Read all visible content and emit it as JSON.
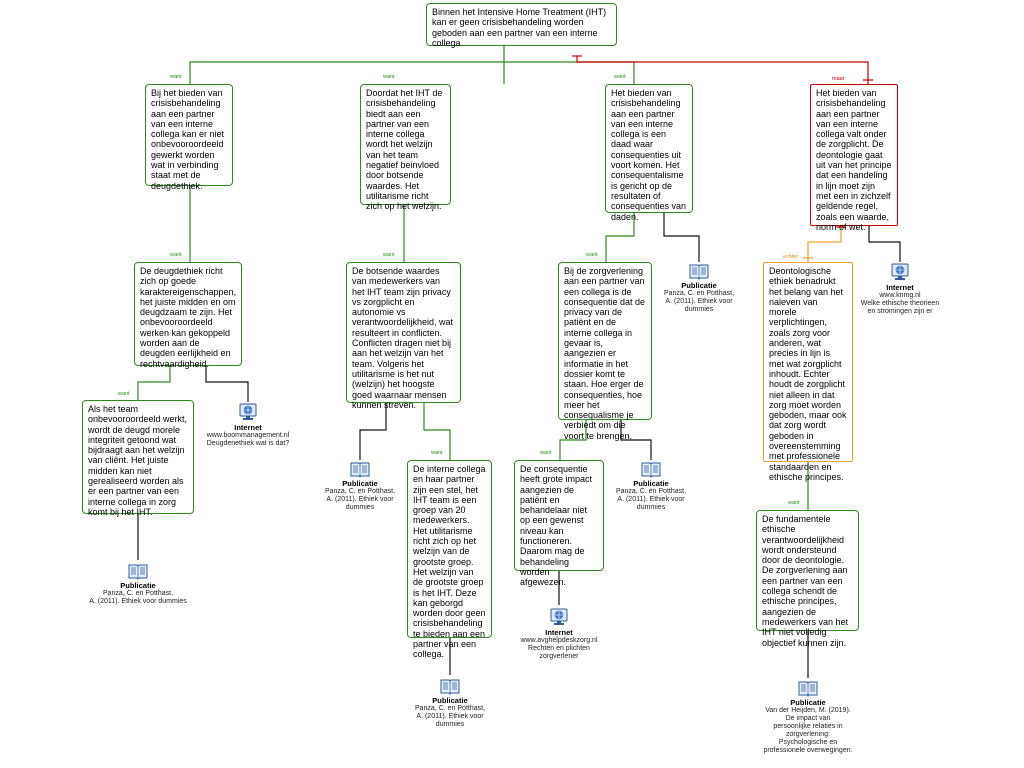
{
  "connector_labels": {
    "supports": "want",
    "objects": "maar",
    "rebuttal": "echter"
  },
  "nodes": {
    "root": "Binnen het Intensive Home Treatment (IHT) kan er geen crisisbehandeling worden geboden aan een partner van een interne collega",
    "n1": "Bij het bieden van crisisbehandeling aan een partner van een interne collega kan er niet onbevooroordeeld gewerkt worden wat in verbinding staat met de deugdethiek.",
    "n2": "Doordat het IHT de crisisbehandeling biedt aan een partner van een interne collega wordt het welzijn van het team negatief beinvloed door botsende waardes. Het utilitarisme richt zich op het welzijn.",
    "n3": "Het bieden van crisisbehandeling aan een partner van een interne collega is een daad waar consequenties uit voort komen. Het consequentalisme is gericht op de resultaten of consequenties van daden.",
    "n4": "Het bieden van crisisbehandeling aan een partner van een interne collega valt onder de zorgplicht. De deontologie gaat uit van het principe dat een handeling in lijn moet zijn met een in zichzelf geldende regel, zoals een waarde, norm of wet.",
    "n1a": "De deugdethiek richt zich op goede karaktereigenschappen, het juiste midden en om deugdzaam te zijn. Het onbevooroordeeld werken kan gekoppeld worden aan de deugden eerlijkheid en rechtvaardigheid.",
    "n1b": "Als het team onbevooroordeeld werkt, wordt de deugd morele integriteit getoond wat bijdraagt aan het welzijn van cliënt. Het juiste midden kan niet gerealiseerd worden als er een partner van een interne collega in zorg komt bij het IHT.",
    "n2a": "De botsende waardes van medewerkers van het IHT team zijn privacy vs zorgplicht en autonomie vs verantwoordelijkheid, wat resulteert in conflicten. Conflicten dragen niet bij aan het welzijn van het team. Volgens het utilitarisme is het nut (welzijn) het hoogste goed waarnaar mensen kunnen streven.",
    "n2b": "De interne collega en haar partner zijn een stel, het IHT team is een groep van 20 medewerkers. Het utilitarisme richt zich op het welzijn van de grootste groep. Het welzijn van de grootste groep is het IHT. Deze kan geborgd worden door geen crisisbehandeling te bieden aan een partner van een collega.",
    "n3a": "Bij de zorgverlening aan een partner van een collega is de consequentie dat de privacy van de patiënt en de interne collega in gevaar is, aangezien er informatie in het dossier komt te staan. Hoe erger de consequenties, hoe meer het consequalisme je verbiedt om die voort te brengen.",
    "n3b": "De consequentie heeft grote impact aangezien de patiënt en behandelaar niet op een gewenst niveau kan functioneren. Daarom mag de behandeling worden afgewezen.",
    "n4a": "Deontologische ethiek benadrukt het belang van het naleven van morele verplichtingen, zoals zorg voor anderen, wat precies in lijn is met wat zorgplicht inhoudt. Echter houdt de zorgplicht niet alleen in dat zorg moet worden geboden, maar ook dat zorg wordt geboden in overeenstemming met professionele standaarden en ethische principes.",
    "n4b": "De fundamentele ethische verantwoordelijkheid wordt ondersteund door de deontologie. De zorgverlening aan een partner van een collega schendt de ethische principes, aangezien de medewerkers van het IHT niet volledig objectief kunnen zijn."
  },
  "sources": {
    "s1": {
      "type": "Internet",
      "line1": "www.boommanagement.nl",
      "line2": "Deugdenethiek wat is dat?"
    },
    "s2": {
      "type": "Publicatie",
      "line1": "Panza, C. en Potthast,",
      "line2": "A. (2011). Ethiek voor dummies"
    },
    "s3": {
      "type": "Publicatie",
      "line1": "Panza, C. en Potthast,",
      "line2": "A. (2011). Ethiek voor dummies"
    },
    "s4": {
      "type": "Publicatie",
      "line1": "Panza, C. en Potthast,",
      "line2": "A. (2011). Ethiek voor dummies"
    },
    "s5": {
      "type": "Publicatie",
      "line1": "Panza, C. en Potthast,",
      "line2": "A. (2011). Ethiek voor dummies"
    },
    "s6": {
      "type": "Publicatie",
      "line1": "Panza, C. en Potthast,",
      "line2": "A. (2011). Ethiek voor dummies"
    },
    "s7": {
      "type": "Internet",
      "line1": "www.avghelpdeskzorg.nl",
      "line2": "Rechten en plichten zorgverlener"
    },
    "s8": {
      "type": "Internet",
      "line1": "www.knmg.nl",
      "line2": "Welke ethische theorieen en stromingen zijn er"
    },
    "s9": {
      "type": "Publicatie",
      "line1": "Van der Heijden, M. (2019). De impact van",
      "line2": "persoonlijke relaties in zorgverlening: Psychologische en professionele overwegingen."
    }
  },
  "colors": {
    "support": "#2e8b1f",
    "objection": "#c40000",
    "rebuttal": "#f0a030",
    "source_line": "#111111"
  },
  "icons": {
    "publicatie": "book-icon",
    "internet": "globe-monitor-icon"
  }
}
